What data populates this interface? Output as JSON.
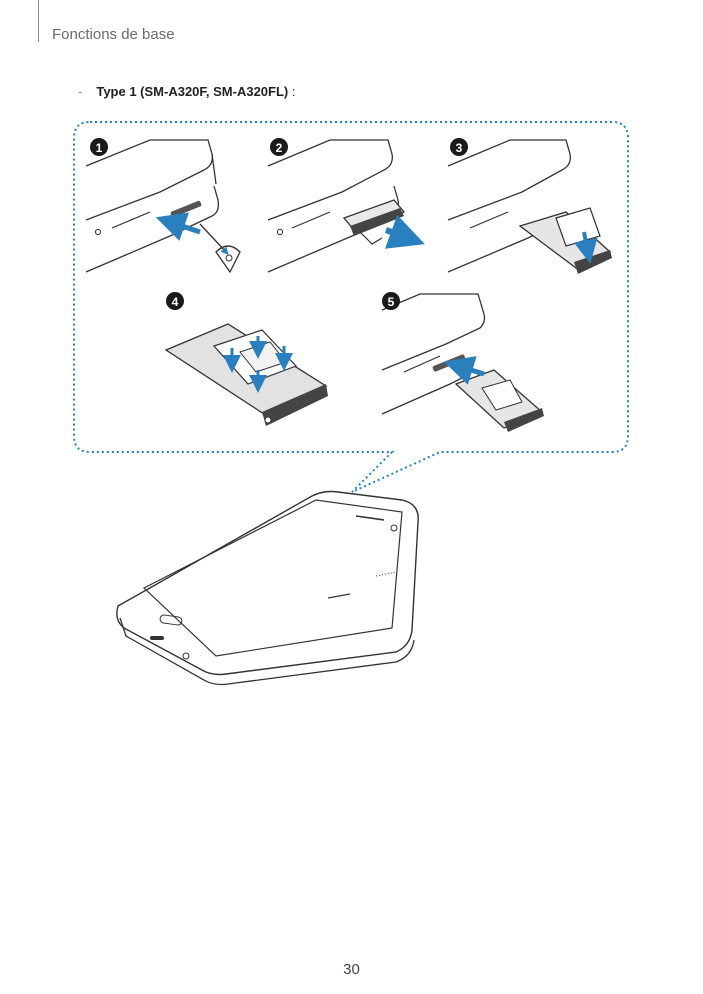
{
  "header": {
    "section_title": "Fonctions de base"
  },
  "bullet": {
    "dash": "-",
    "title": "Type 1 (SM-A320F, SM-A320FL)",
    "suffix": " :"
  },
  "steps": [
    "1",
    "2",
    "3",
    "4",
    "5"
  ],
  "colors": {
    "accent": "#2a7fbf",
    "step_badge": "#1a1a1a",
    "line_art": "#333333"
  },
  "footer": {
    "page_number": "30"
  }
}
